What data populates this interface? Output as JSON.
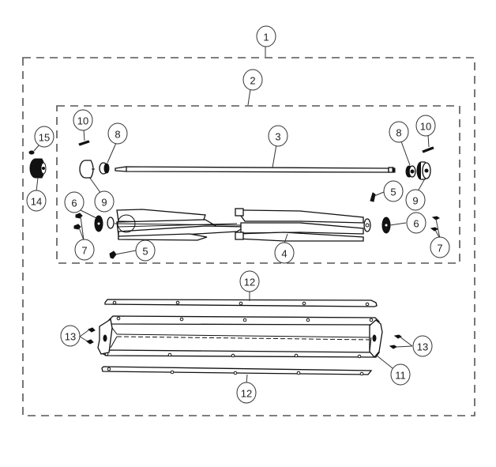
{
  "diagram": {
    "type": "exploded-parts-diagram",
    "subject": "reel cutting cylinder assembly",
    "colors": {
      "background": "#ffffff",
      "line": "#111111",
      "dashed_box": "#555555",
      "callout_stroke": "#333333"
    },
    "groups": [
      {
        "id": "outer-assembly",
        "callout": "1",
        "style": "dashed-box"
      },
      {
        "id": "reel-assembly",
        "callout": "2",
        "style": "dashed-box"
      }
    ],
    "callouts": [
      {
        "number": "1",
        "part": "outer-assembly-box"
      },
      {
        "number": "2",
        "part": "reel-assembly-box"
      },
      {
        "number": "3",
        "part": "reel-shaft"
      },
      {
        "number": "4",
        "part": "reel-blades"
      },
      {
        "number": "5",
        "part": "screw",
        "count": 2
      },
      {
        "number": "6",
        "part": "end-disc",
        "count": 2
      },
      {
        "number": "7",
        "part": "screws-pair",
        "count": 2
      },
      {
        "number": "8",
        "part": "bearing",
        "count": 2
      },
      {
        "number": "9",
        "part": "wheel-hub-cap",
        "count": 2
      },
      {
        "number": "10",
        "part": "pin",
        "count": 2
      },
      {
        "number": "11",
        "part": "frame"
      },
      {
        "number": "12",
        "part": "side-rail",
        "count": 2
      },
      {
        "number": "13",
        "part": "frame-screws",
        "count": 2
      },
      {
        "number": "14",
        "part": "drive-gear-wheel"
      },
      {
        "number": "15",
        "part": "small-screw"
      }
    ],
    "labels": {
      "c1": "1",
      "c2": "2",
      "c3": "3",
      "c4": "4",
      "c5a": "5",
      "c5b": "5",
      "c6a": "6",
      "c6b": "6",
      "c7a": "7",
      "c7b": "7",
      "c8a": "8",
      "c8b": "8",
      "c9a": "9",
      "c9b": "9",
      "c10a": "10",
      "c10b": "10",
      "c11": "11",
      "c12a": "12",
      "c12b": "12",
      "c13a": "13",
      "c13b": "13",
      "c14": "14",
      "c15": "15"
    }
  }
}
